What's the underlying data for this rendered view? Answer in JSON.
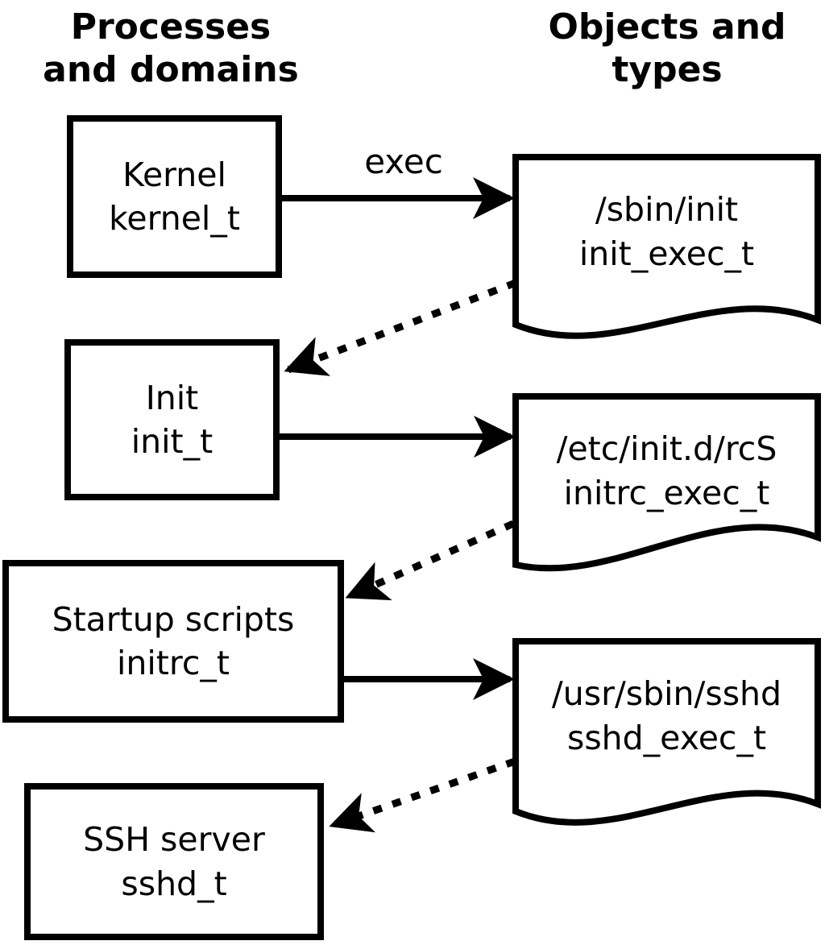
{
  "headers": {
    "left": {
      "line1": "Processes",
      "line2": "and domains"
    },
    "right": {
      "line1": "Objects and",
      "line2": "types"
    }
  },
  "edge_labels": {
    "exec": "exec"
  },
  "process_boxes": [
    {
      "name": "Kernel",
      "type": "kernel_t"
    },
    {
      "name": "Init",
      "type": "init_t"
    },
    {
      "name": "Startup scripts",
      "type": "initrc_t"
    },
    {
      "name": "SSH server",
      "type": "sshd_t"
    }
  ],
  "object_documents": [
    {
      "path": "/sbin/init",
      "type": "init_exec_t"
    },
    {
      "path": "/etc/init.d/rcS",
      "type": "initrc_exec_t"
    },
    {
      "path": "/usr/sbin/sshd",
      "type": "sshd_exec_t"
    }
  ],
  "colors": {
    "stroke": "#000000",
    "fill": "#ffffff",
    "background": "#ffffff"
  }
}
